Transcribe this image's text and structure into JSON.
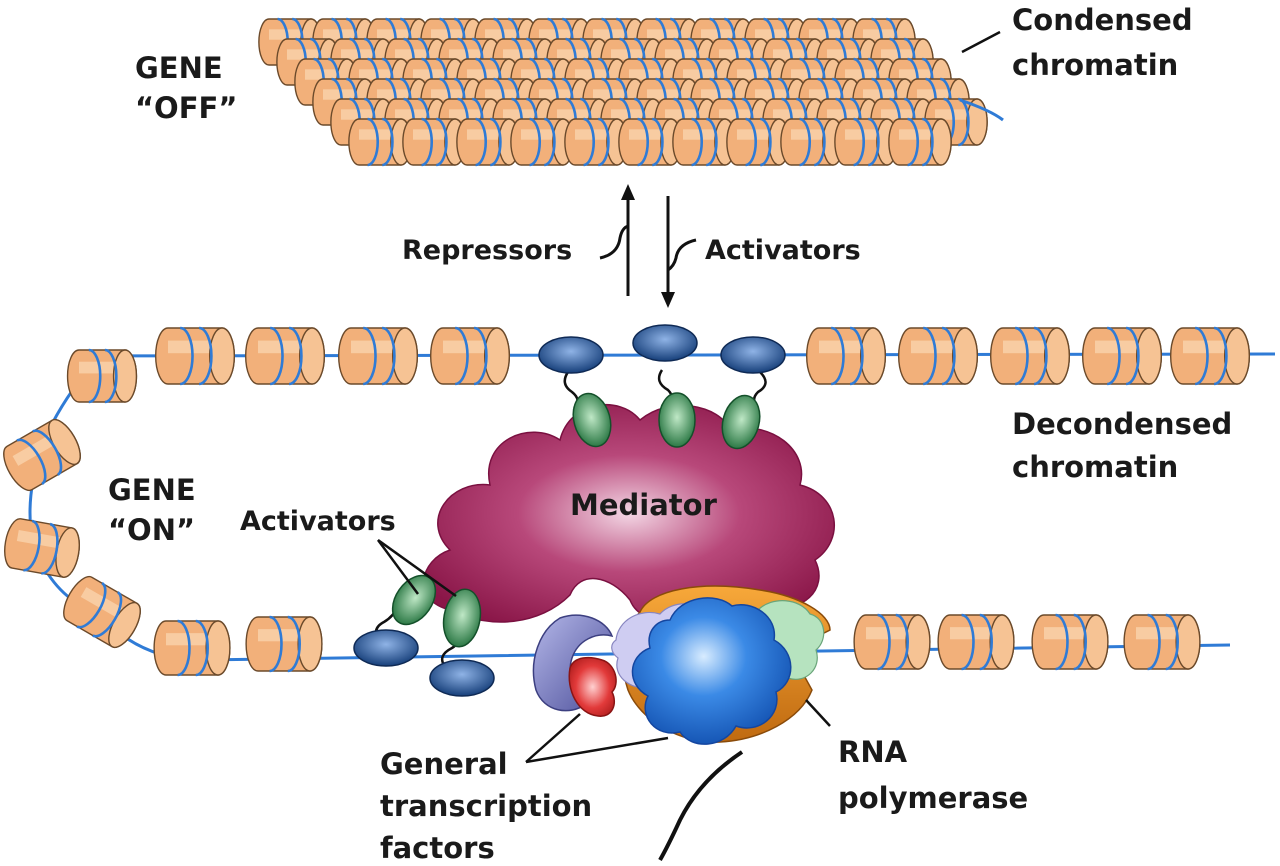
{
  "labels": {
    "gene_off_line1": "GENE",
    "gene_off_line2": "“OFF”",
    "condensed_line1": "Condensed",
    "condensed_line2": "chromatin",
    "repressors": "Repressors",
    "activators_top": "Activators",
    "decondensed_line1": "Decondensed",
    "decondensed_line2": "chromatin",
    "gene_on_line1": "GENE",
    "gene_on_line2": "“ON”",
    "activators_left": "Activators",
    "mediator": "Mediator",
    "gtf_line1": "General",
    "gtf_line2": "transcription",
    "gtf_line3": "factors",
    "rnap_line1": "RNA",
    "rnap_line2": "polymerase"
  },
  "colors": {
    "nucleosome_fill": "#f2b07a",
    "nucleosome_stroke": "#6b4a2b",
    "dna": "#2f7bd6",
    "activator_blue": "#1f4f8f",
    "activator_green": "#2f8a4a",
    "mediator": "#9a1f55",
    "polymerase_orange": "#e98a1e",
    "polymerase_blue": "#2a74d6",
    "gtf_purple": "#6b6fb7",
    "gtf_red": "#e23a3a",
    "gtf_lavender": "#c9c7ef",
    "gtf_mint": "#a9dcb2"
  }
}
